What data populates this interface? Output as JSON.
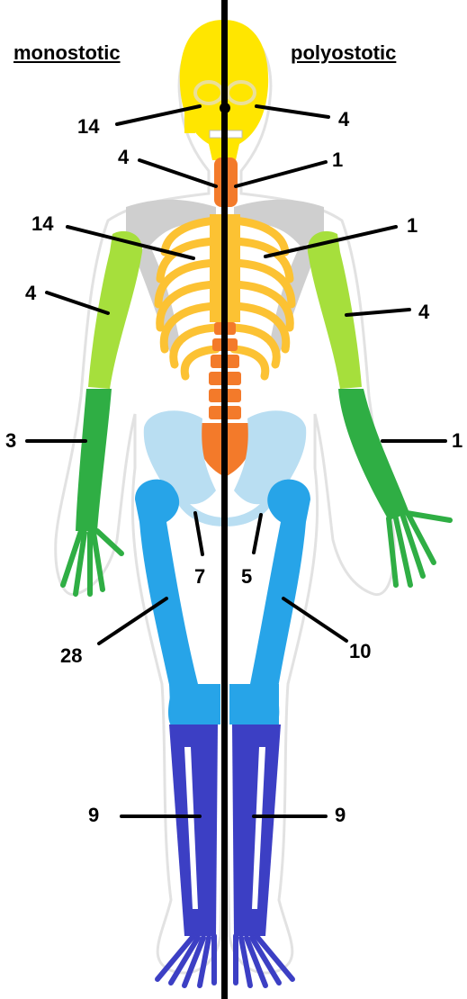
{
  "headers": {
    "left": "monostotic",
    "right": "polyostotic"
  },
  "labels": {
    "skull": {
      "mono": "14",
      "poly": "4"
    },
    "cervical": {
      "mono": "4",
      "poly": "1"
    },
    "ribs": {
      "mono": "14",
      "poly": "1"
    },
    "humerus": {
      "mono": "4",
      "poly": "4"
    },
    "forearm": {
      "mono": "3",
      "poly": "1"
    },
    "pelvis": {
      "mono": "7",
      "poly": "5"
    },
    "femur": {
      "mono": "28",
      "poly": "10"
    },
    "tibia": {
      "mono": "9",
      "poly": "9"
    }
  },
  "colors": {
    "skull": "#ffe600",
    "spine": "#f37a2a",
    "ribs": "#fcc233",
    "shoulder": "#cfcfcf",
    "humerus": "#a6df3c",
    "forearm": "#2fae44",
    "pelvis": "#b9def2",
    "femur": "#27a4e8",
    "tibia": "#3c3fc4",
    "outline": "#dcdcdc",
    "divider": "#000000"
  }
}
